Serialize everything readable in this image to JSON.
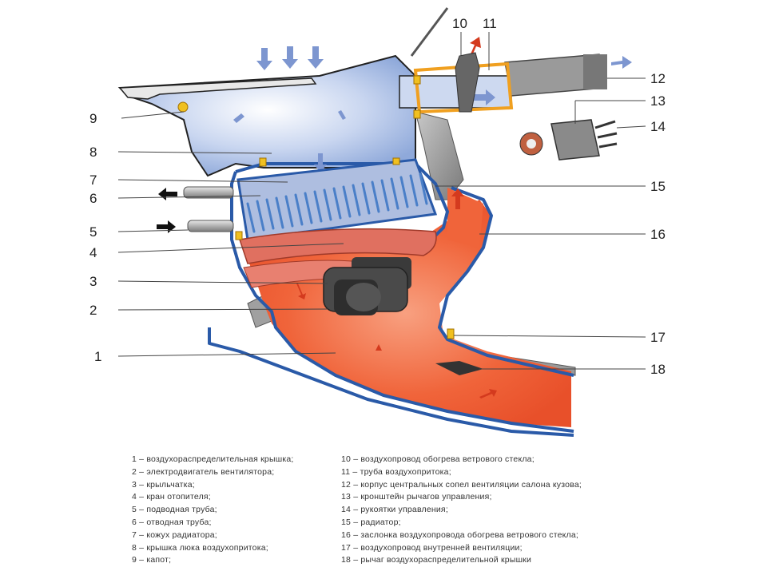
{
  "callouts": {
    "c1": "1",
    "c2": "2",
    "c3": "3",
    "c4": "4",
    "c5": "5",
    "c6": "6",
    "c7": "7",
    "c8": "8",
    "c9": "9",
    "c10": "10",
    "c11": "11",
    "c12": "12",
    "c13": "13",
    "c14": "14",
    "c15": "15",
    "c16": "16",
    "c17": "17",
    "c18": "18"
  },
  "legend": {
    "left": [
      "1 – воздухораспределительная крышка;",
      "2 – электродвигатель вентилятора;",
      "3 – крыльчатка;",
      "4 – кран отопителя;",
      "5 – подводная труба;",
      "6 – отводная труба;",
      "7 – кожух радиатора;",
      "8 – крышка люка воздухопритока;",
      "9 – капот;"
    ],
    "right": [
      "10 – воздухопровод обогрева ветрового стекла;",
      "11 – труба воздухопритока;",
      "12 – корпус центральных сопел вентиляции салона кузова;",
      "13 – кронштейн рычагов управления;",
      "14 – рукоятки управления;",
      "15 – радиатор;",
      "16 – заслонка воздухопровода обогрева ветрового стекла;",
      "17 – воздухопровод внутренней вентиляции;",
      "18 – рычаг воздухораспределительной крышки"
    ]
  },
  "colors": {
    "cold_air": "#8fa9da",
    "warm_air": "#f0643a",
    "housing_outline": "#2a5aa8",
    "metal_gray": "#8a8a8a",
    "accent_yellow": "#f0c020"
  },
  "icons": {
    "cold_arrow": "arrow-icon-blue",
    "hot_arrow": "arrow-icon-red",
    "in_arrow": "arrow-icon-black"
  }
}
